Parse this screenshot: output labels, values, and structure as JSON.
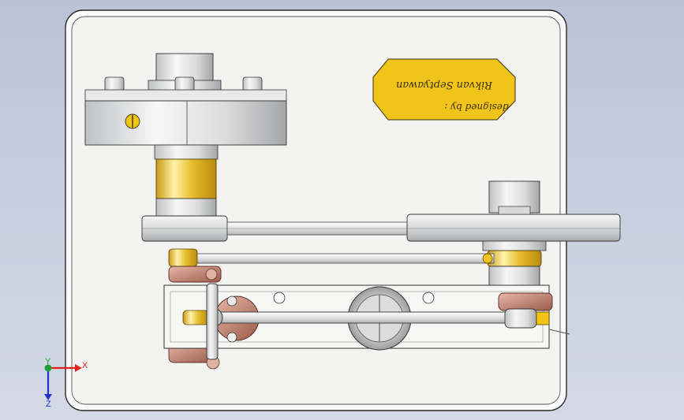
{
  "plaque": {
    "line1": "Rikvan Septyawan",
    "line2": "designed by :",
    "fill": "#f0c418"
  },
  "triad": {
    "x_label": "X",
    "y_label": "Y",
    "z_label": "Z",
    "x_color": "#e0201c",
    "y_color": "#21a03a",
    "z_color": "#2233cc"
  },
  "colors": {
    "background_top": "#b9c3d6",
    "plate": "#f4f4f2",
    "brass": "#e2b520",
    "copper": "#c98c7c",
    "steel": "#d7d9da"
  }
}
